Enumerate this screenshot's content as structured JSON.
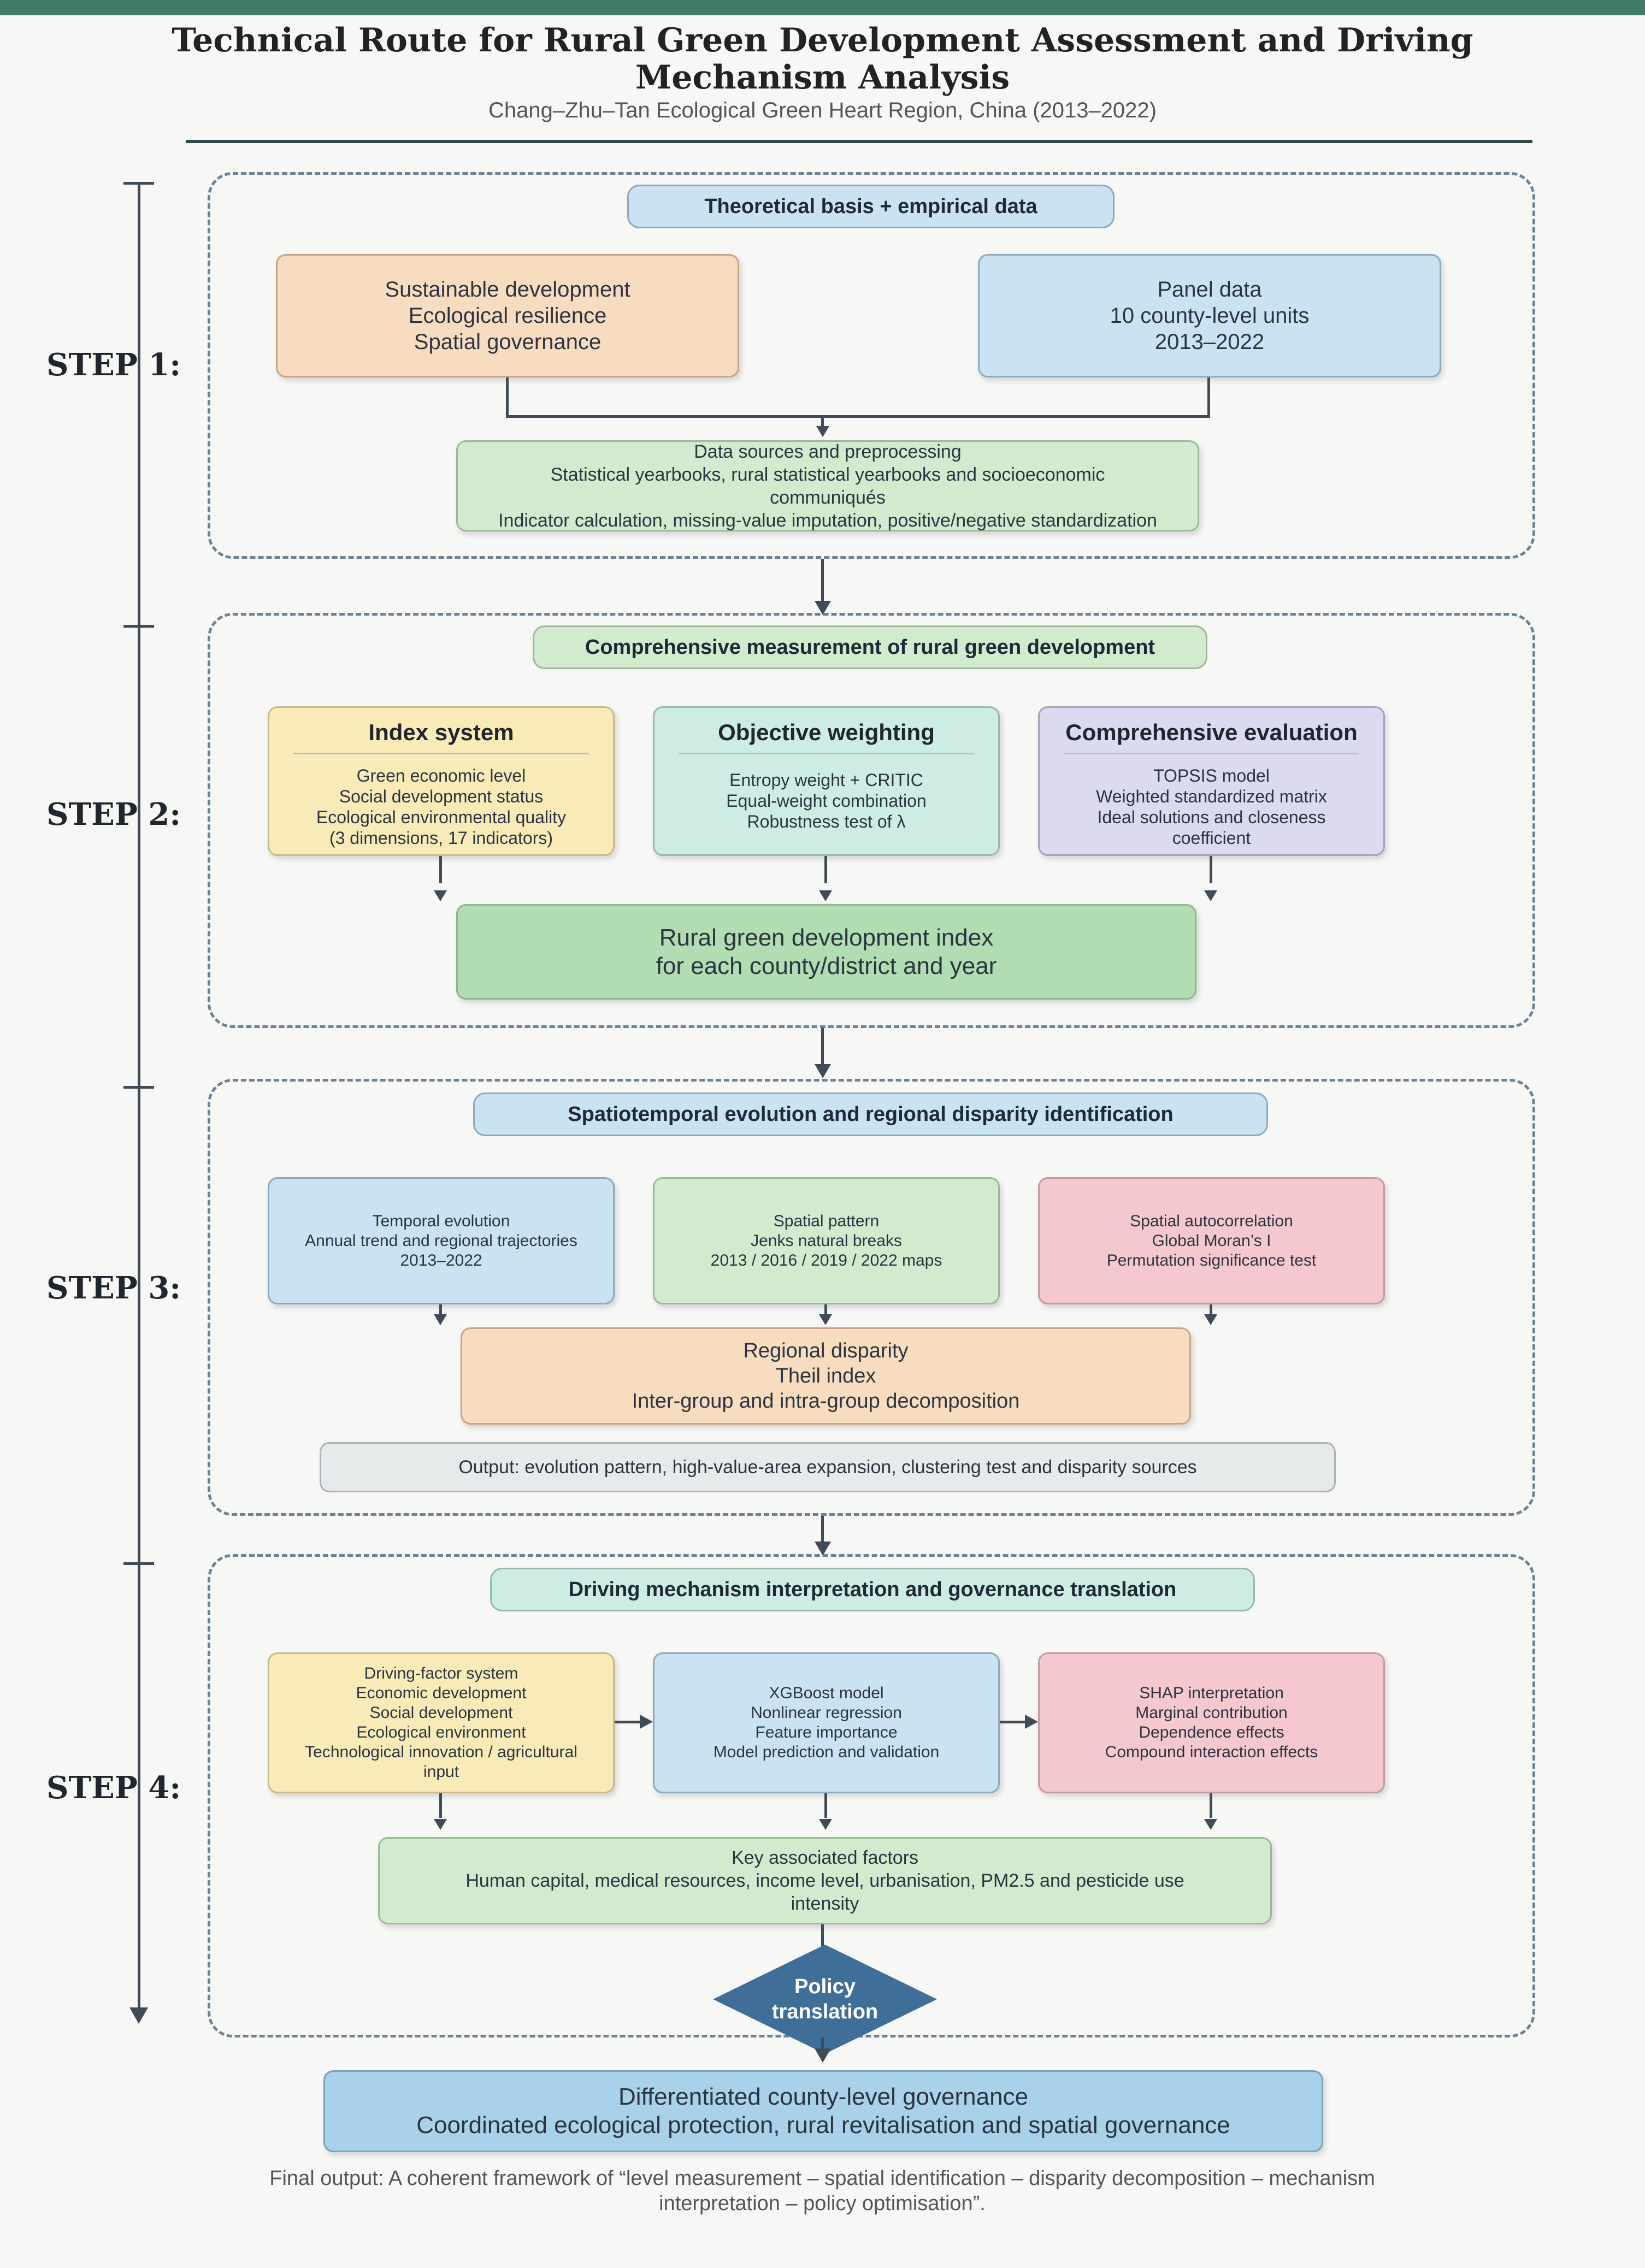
{
  "header": {
    "title_line1": "Technical Route for Rural Green Development Assessment and Driving",
    "title_line2": "Mechanism Analysis",
    "subtitle": "Chang–Zhu–Tan Ecological Green Heart Region, China (2013–2022)"
  },
  "steps": [
    "STEP 1:",
    "STEP 2:",
    "STEP 3:",
    "STEP 4:"
  ],
  "step1": {
    "header": "Theoretical basis + empirical data",
    "theory": [
      "Sustainable development",
      "Ecological resilience",
      "Spatial governance"
    ],
    "panel": [
      "Panel data",
      "10 county-level units",
      "2013–2022"
    ],
    "data": [
      "Data sources and preprocessing",
      "Statistical yearbooks, rural statistical yearbooks and socioeconomic",
      "communiqués",
      "Indicator calculation, missing-value imputation, positive/negative standardization"
    ]
  },
  "step2": {
    "header": "Comprehensive measurement of rural green development",
    "index": {
      "title": "Index system",
      "lines": [
        "Green economic level",
        "Social development status",
        "Ecological environmental quality",
        "(3 dimensions, 17 indicators)"
      ]
    },
    "weighting": {
      "title": "Objective weighting",
      "lines": [
        "Entropy weight + CRITIC",
        "Equal-weight combination",
        "Robustness test of λ"
      ]
    },
    "evaluation": {
      "title": "Comprehensive evaluation",
      "lines": [
        "TOPSIS model",
        "Weighted standardized matrix",
        "Ideal solutions and closeness",
        "coefficient"
      ]
    },
    "result": [
      "Rural green development index",
      "for each county/district and year"
    ]
  },
  "step3": {
    "header": "Spatiotemporal evolution and regional disparity identification",
    "temporal": [
      "Temporal evolution",
      "Annual trend and regional trajectories",
      "2013–2022"
    ],
    "spatial": [
      "Spatial pattern",
      "Jenks natural breaks",
      "2013 / 2016 / 2019 / 2022 maps"
    ],
    "autocorr": [
      "Spatial autocorrelation",
      "Global Moran’s I",
      "Permutation significance test"
    ],
    "disparity": [
      "Regional disparity",
      "Theil index",
      "Inter-group and intra-group decomposition"
    ],
    "output": "Output: evolution pattern, high-value-area expansion, clustering test and disparity sources"
  },
  "step4": {
    "header": "Driving mechanism interpretation and governance translation",
    "factors": [
      "Driving-factor system",
      "Economic development",
      "Social development",
      "Ecological environment",
      "Technological innovation / agricultural",
      "input"
    ],
    "xgboost": [
      "XGBoost model",
      "Nonlinear regression",
      "Feature importance",
      "Model prediction and validation"
    ],
    "shap": [
      "SHAP interpretation",
      "Marginal contribution",
      "Dependence effects",
      "Compound interaction effects"
    ],
    "key": [
      "Key associated factors",
      "Human capital, medical resources, income level, urbanisation, PM2.5 and pesticide use",
      "intensity"
    ],
    "policy": [
      "Policy",
      "translation"
    ]
  },
  "final": {
    "lines": [
      "Differentiated county-level governance",
      "Coordinated ecological protection, rural revitalisation and spatial governance"
    ],
    "footnote_line1": "Final output: A coherent framework of “level measurement – spatial identification – disparity decomposition – mechanism",
    "footnote_line2": "interpretation – policy optimisation”."
  },
  "colors": {
    "accent_bar": "#3f7c66",
    "policy_diamond": "#3f6f98",
    "dashed_border": "#6b8396"
  }
}
